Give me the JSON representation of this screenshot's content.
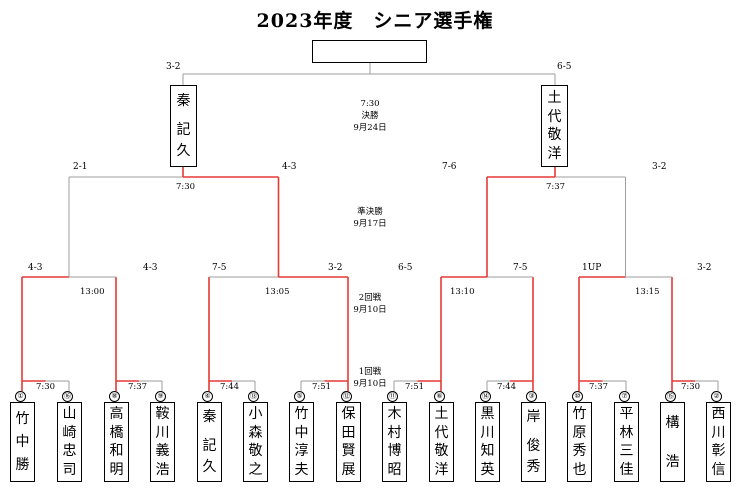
{
  "title": "2023年度　シニア選手権",
  "rounds": {
    "final": {
      "time": "7:30",
      "name": "決勝",
      "date": "9月24日"
    },
    "semi": {
      "name": "準決勝",
      "date": "9月17日"
    },
    "r2": {
      "name": "2回戦",
      "date": "9月10日"
    },
    "r1": {
      "name": "1回戦",
      "date": "9月10日"
    }
  },
  "finalists": {
    "left": {
      "name": [
        "秦",
        "",
        "記",
        "久"
      ],
      "score": "3-2"
    },
    "right": {
      "name": [
        "土",
        "代",
        "敬",
        "洋"
      ],
      "score": "6-5"
    }
  },
  "semi_scores": {
    "left_a": "2-1",
    "left_b": "4-3",
    "left_time": "7:30",
    "right_a": "7-6",
    "right_b": "3-2",
    "right_time": "7:37"
  },
  "r2_scores": [
    {
      "a": "4-3",
      "b": "4-3",
      "time": "13:00"
    },
    {
      "a": "7-5",
      "b": "3-2",
      "time": "13:05"
    },
    {
      "a": "6-5",
      "b": "7-5",
      "time": "13:10"
    },
    {
      "a": "1UP",
      "b": "3-2",
      "time": "13:15"
    }
  ],
  "r1_times": [
    "7:30",
    "7:37",
    "7:44",
    "7:51",
    "7:51",
    "7:44",
    "7:37",
    "7:30"
  ],
  "players": [
    {
      "seed": "①",
      "name": [
        "竹",
        "中",
        "勝"
      ]
    },
    {
      "seed": "⑯",
      "name": [
        "山",
        "崎",
        "忠",
        "司"
      ]
    },
    {
      "seed": "⑧",
      "name": [
        "高",
        "橋",
        "和",
        "明"
      ]
    },
    {
      "seed": "⑨",
      "name": [
        "鞍",
        "川",
        "義",
        "浩"
      ]
    },
    {
      "seed": "④",
      "name": [
        "秦",
        "",
        "記",
        "久"
      ]
    },
    {
      "seed": "⑬",
      "name": [
        "小",
        "森",
        "敬",
        "之"
      ]
    },
    {
      "seed": "⑤",
      "name": [
        "竹",
        "中",
        "淳",
        "夫"
      ]
    },
    {
      "seed": "⑫",
      "name": [
        "保",
        "田",
        "賢",
        "展"
      ]
    },
    {
      "seed": "⑪",
      "name": [
        "木",
        "村",
        "博",
        "昭"
      ]
    },
    {
      "seed": "⑥",
      "name": [
        "土",
        "代",
        "敬",
        "洋"
      ]
    },
    {
      "seed": "⑭",
      "name": [
        "黒",
        "川",
        "知",
        "英"
      ]
    },
    {
      "seed": "③",
      "name": [
        "岸",
        "",
        "俊",
        "秀"
      ]
    },
    {
      "seed": "⑩",
      "name": [
        "竹",
        "原",
        "秀",
        "也"
      ]
    },
    {
      "seed": "⑦",
      "name": [
        "平",
        "林",
        "三",
        "佳"
      ]
    },
    {
      "seed": "⑮",
      "name": [
        "構",
        "",
        "浩"
      ]
    },
    {
      "seed": "②",
      "name": [
        "西",
        "川",
        "彰",
        "信"
      ]
    }
  ],
  "colors": {
    "win": "#e53935",
    "lose": "#9e9e9e",
    "text": "#000000"
  }
}
